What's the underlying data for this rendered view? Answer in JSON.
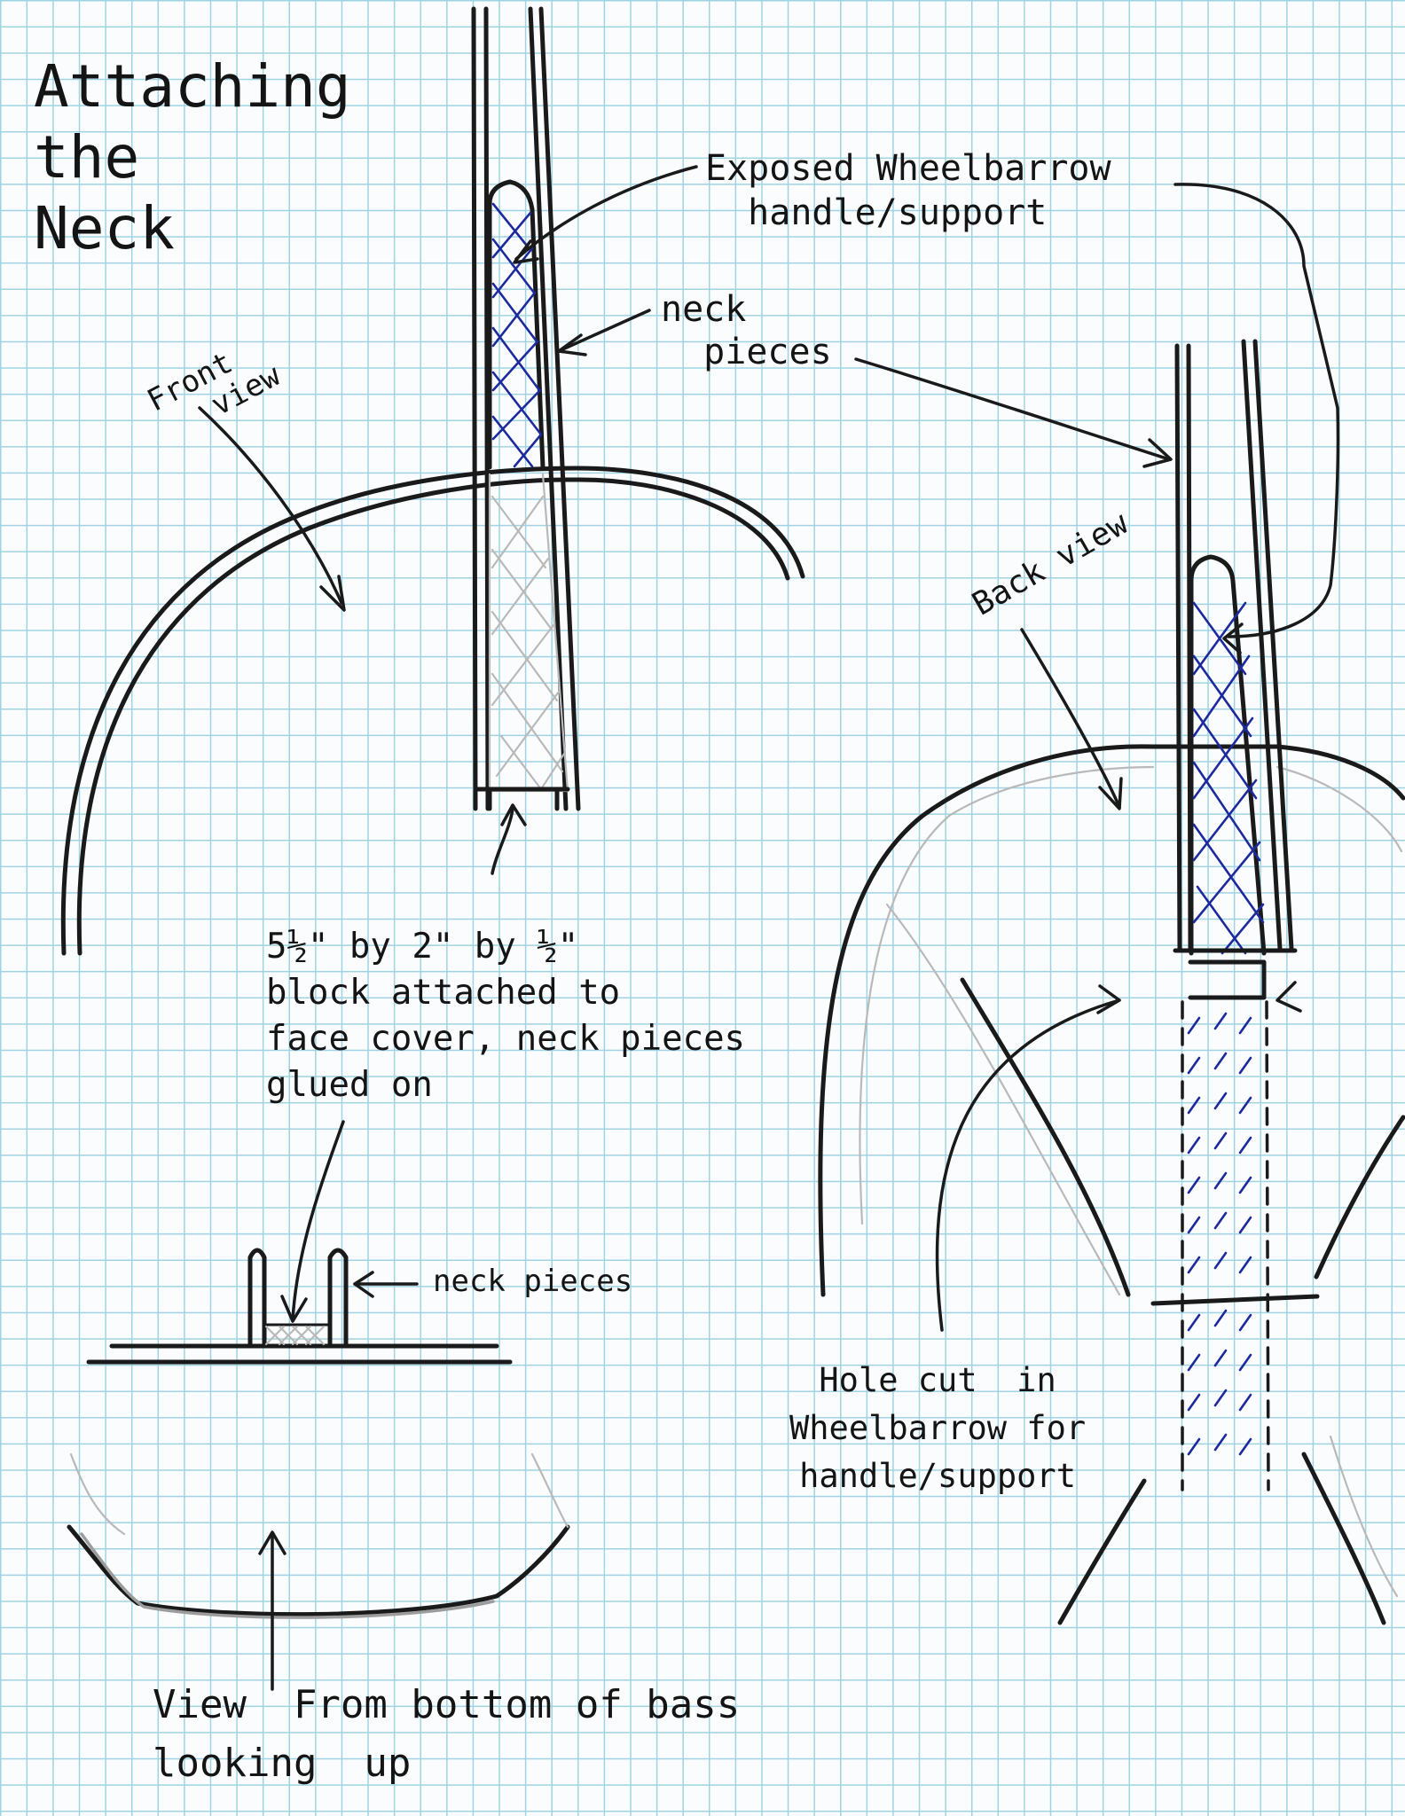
{
  "title": "Attaching\nthe\nNeck",
  "labels": {
    "front_view": "Front\n   view",
    "exposed_handle": "Exposed Wheelbarrow\n  handle/support",
    "neck_pieces_top": "neck\n  pieces",
    "back_view": "Back view",
    "block": "5½\" by 2\" by ½\"\nblock attached to\nface cover, neck pieces\nglued on",
    "neck_pieces_bottom": "neck pieces",
    "hole_cut": "Hole cut  in\nWheelbarrow for\nhandle/support",
    "bottom_view": "View  From bottom of bass\nlooking  up"
  },
  "colors": {
    "ink": "#1a1a1a",
    "blue_pen": "#1c2a9e",
    "pencil": "#b9b9b9",
    "grid": "#9fd3e3"
  }
}
